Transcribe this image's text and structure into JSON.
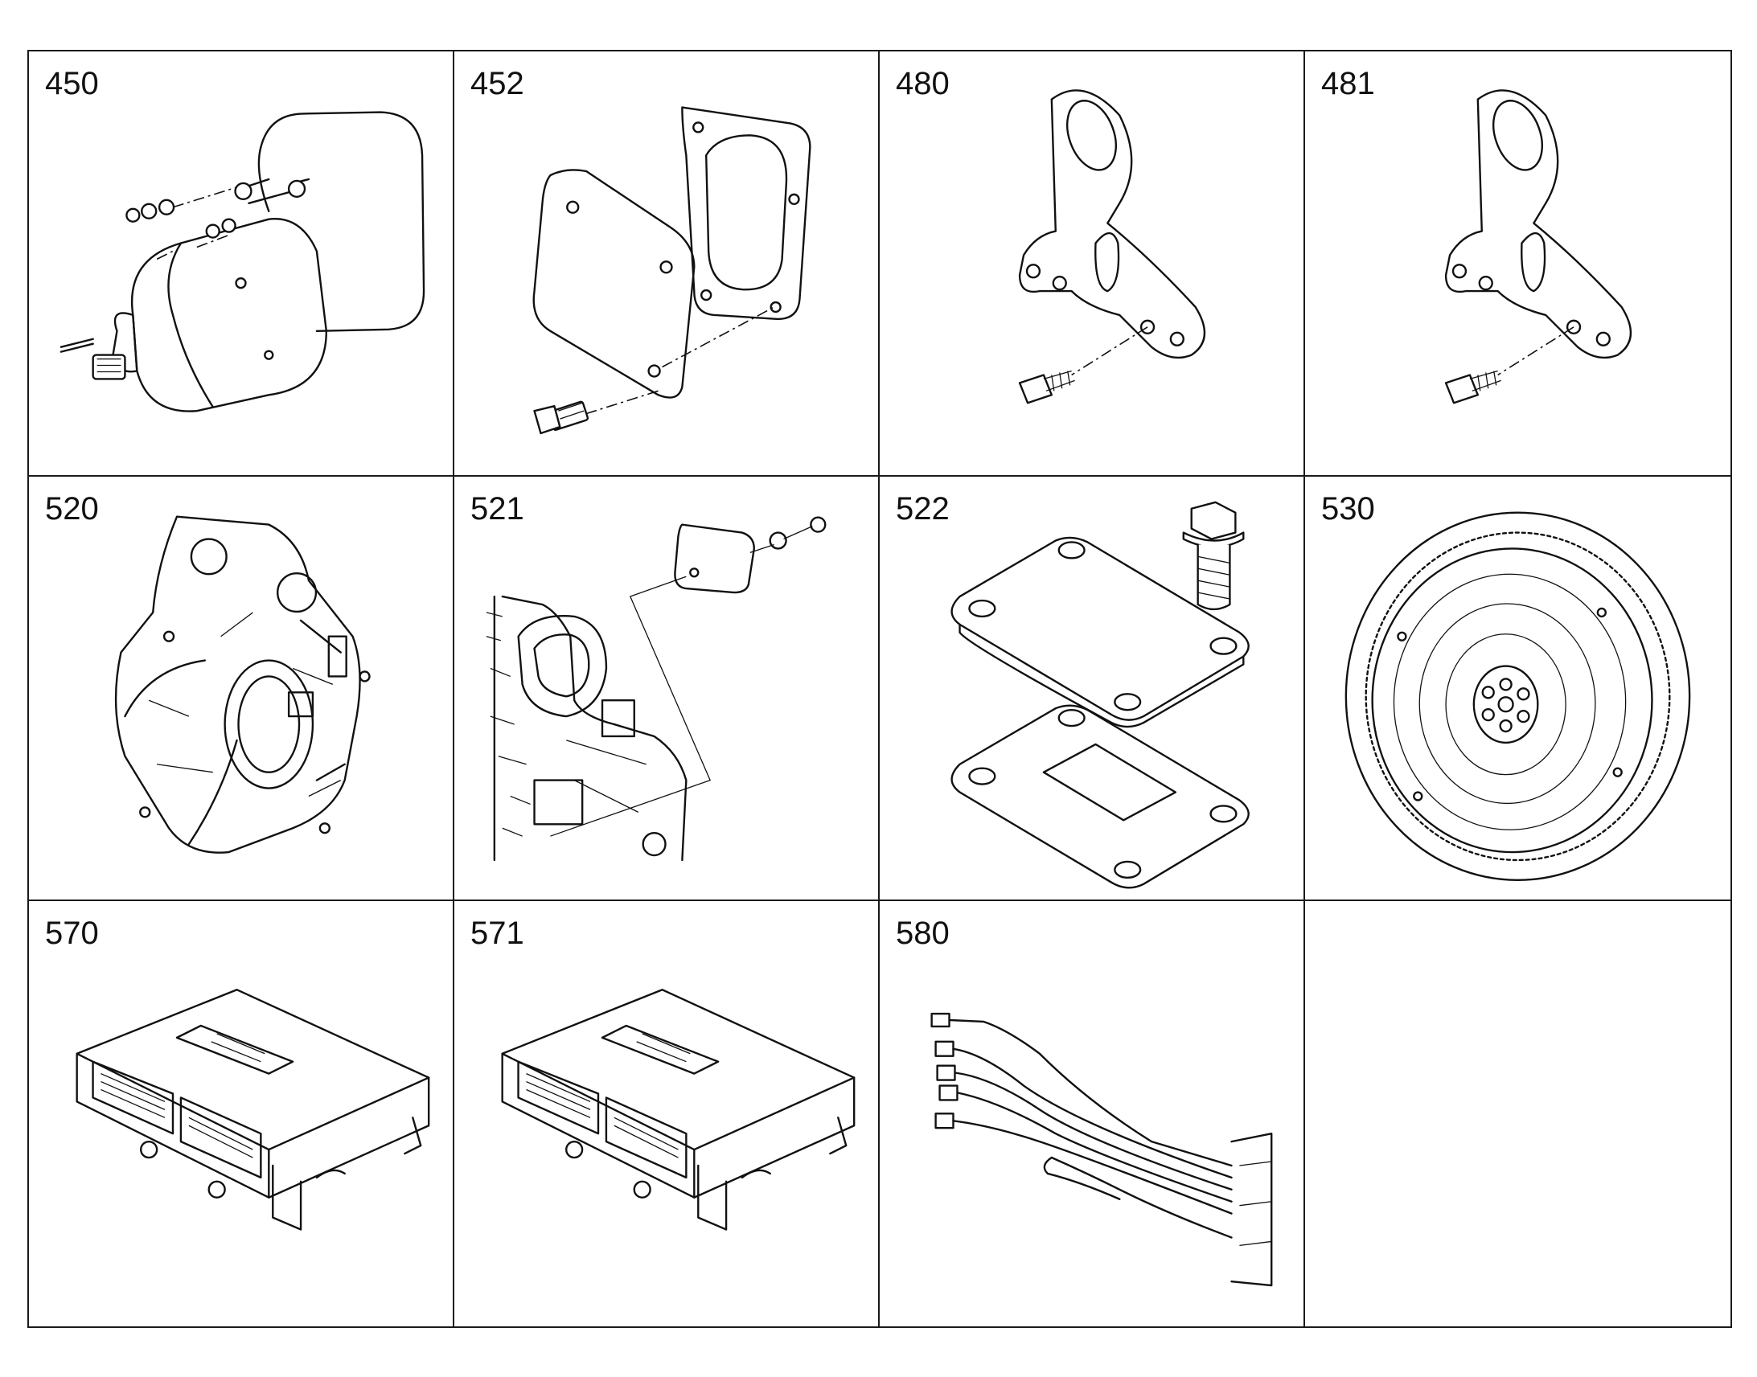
{
  "cells": [
    {
      "label": "450",
      "icon": "starter-motor-icon"
    },
    {
      "label": "452",
      "icon": "cover-plate-gasket-icon"
    },
    {
      "label": "480",
      "icon": "lifting-bracket-icon"
    },
    {
      "label": "481",
      "icon": "lifting-bracket-icon"
    },
    {
      "label": "520",
      "icon": "flywheel-housing-icon"
    },
    {
      "label": "521",
      "icon": "housing-cover-icon"
    },
    {
      "label": "522",
      "icon": "plate-gasket-bolt-icon"
    },
    {
      "label": "530",
      "icon": "flywheel-icon"
    },
    {
      "label": "570",
      "icon": "ecu-module-icon"
    },
    {
      "label": "571",
      "icon": "ecu-module-icon"
    },
    {
      "label": "580",
      "icon": "wiring-harness-icon"
    },
    {
      "label": "",
      "icon": ""
    }
  ]
}
